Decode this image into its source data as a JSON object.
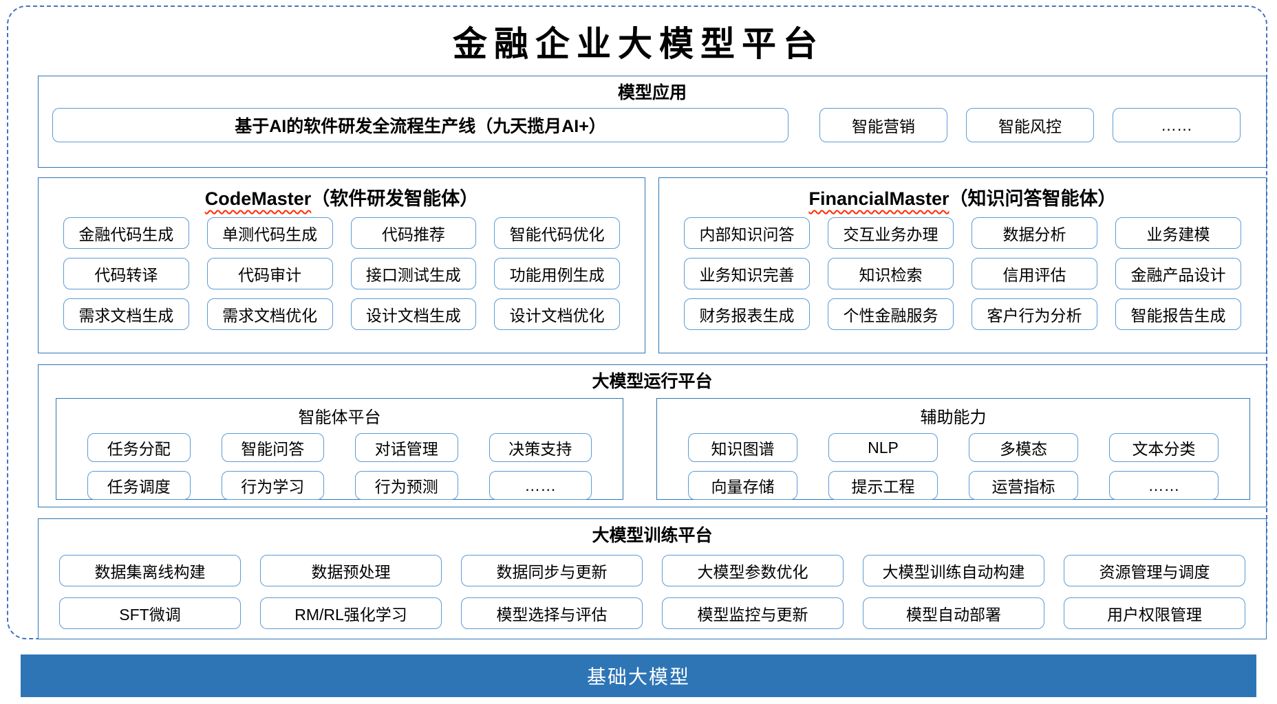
{
  "title": "金融企业大模型平台",
  "model_app": {
    "header": "模型应用",
    "main_item": "基于AI的软件研发全流程生产线（九天揽月AI+）",
    "items": [
      "智能营销",
      "智能风控",
      "……"
    ]
  },
  "code_master": {
    "name": "CodeMaster",
    "subtitle": "（软件研发智能体）",
    "items": [
      "金融代码生成",
      "单测代码生成",
      "代码推荐",
      "智能代码优化",
      "代码转译",
      "代码审计",
      "接口测试生成",
      "功能用例生成",
      "需求文档生成",
      "需求文档优化",
      "设计文档生成",
      "设计文档优化"
    ]
  },
  "financial_master": {
    "name": "FinancialMaster",
    "subtitle": "（知识问答智能体）",
    "items": [
      "内部知识问答",
      "交互业务办理",
      "数据分析",
      "业务建模",
      "业务知识完善",
      "知识检索",
      "信用评估",
      "金融产品设计",
      "财务报表生成",
      "个性金融服务",
      "客户行为分析",
      "智能报告生成"
    ]
  },
  "runtime": {
    "header": "大模型运行平台",
    "agent_platform": {
      "header": "智能体平台",
      "items": [
        "任务分配",
        "智能问答",
        "对话管理",
        "决策支持",
        "任务调度",
        "行为学习",
        "行为预测",
        "……"
      ]
    },
    "aux_ability": {
      "header": "辅助能力",
      "items": [
        "知识图谱",
        "NLP",
        "多模态",
        "文本分类",
        "向量存储",
        "提示工程",
        "运营指标",
        "……"
      ]
    }
  },
  "training": {
    "header": "大模型训练平台",
    "items": [
      "数据集离线构建",
      "数据预处理",
      "数据同步与更新",
      "大模型参数优化",
      "大模型训练自动构建",
      "资源管理与调度",
      "SFT微调",
      "RM/RL强化学习",
      "模型选择与评估",
      "模型监控与更新",
      "模型自动部署",
      "用户权限管理"
    ]
  },
  "foundation": {
    "label": "基础大模型"
  },
  "colors": {
    "section_border": "#2E75B6",
    "chip_border": "#5B9BD5",
    "dashed_border": "#4472C4",
    "foundation_bg": "#2E75B6",
    "squiggle": "#FF2A00",
    "text": "#000000"
  }
}
